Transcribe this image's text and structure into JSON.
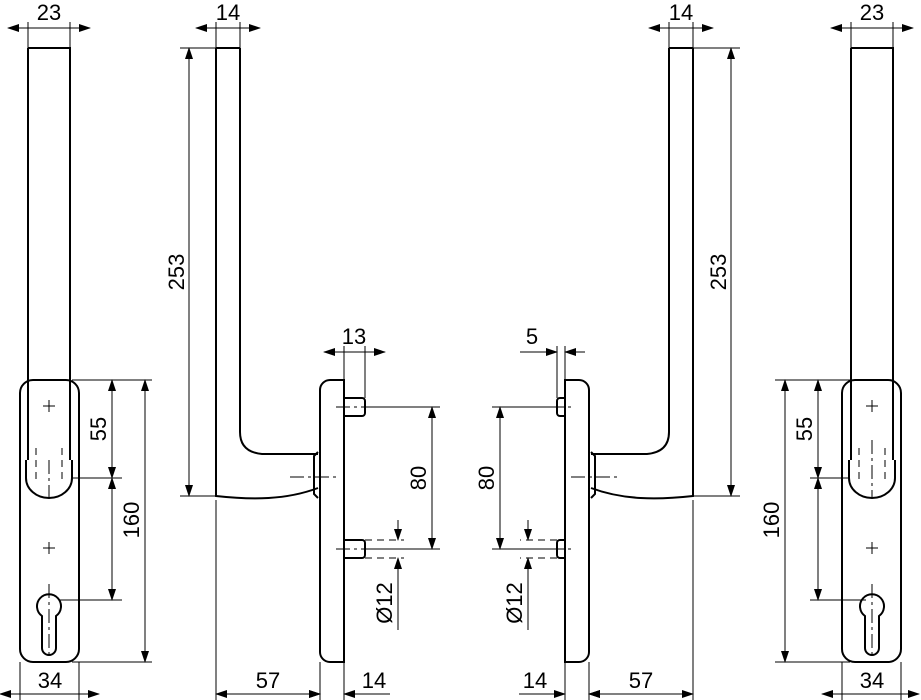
{
  "drawing": {
    "left_front": {
      "width_top": "23",
      "plate_width": "34",
      "pitch_small": "55",
      "pitch_large": "160"
    },
    "left_side": {
      "handle_thickness": "14",
      "handle_length": "253",
      "spindle_offset": "13",
      "screw_spacing": "80",
      "screw_diameter": "Ø12",
      "projection": "57",
      "plate_thickness": "14"
    },
    "right_side": {
      "handle_thickness": "14",
      "handle_length": "253",
      "spindle_offset": "5",
      "screw_spacing": "80",
      "screw_diameter": "Ø12",
      "projection": "57",
      "plate_thickness": "14"
    },
    "right_front": {
      "width_top": "23",
      "plate_width": "34",
      "pitch_small": "55",
      "pitch_large": "160"
    }
  }
}
